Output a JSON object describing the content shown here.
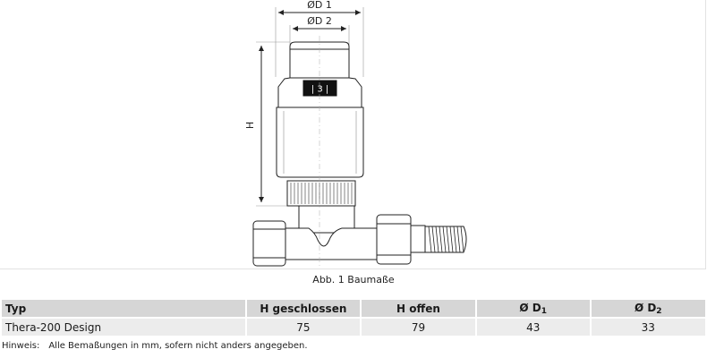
{
  "figure": {
    "dim_d1": "ØD 1",
    "dim_d2": "ØD 2",
    "dim_h": "H",
    "knob_scale": "| 3 |",
    "caption": "Abb. 1 Baumaße"
  },
  "table": {
    "headers": {
      "typ": "Typ",
      "h_closed": "H geschlossen",
      "h_open": "H offen",
      "d1_prefix": "Ø D",
      "d1_sub": "1",
      "d2_prefix": "Ø D",
      "d2_sub": "2"
    },
    "rows": [
      {
        "typ": "Thera-200 Design",
        "h_closed": "75",
        "h_open": "79",
        "d1": "43",
        "d2": "33"
      }
    ]
  },
  "note": {
    "label": "Hinweis:",
    "text": "Alle Bemaßungen in mm, sofern nicht anders angegeben."
  }
}
